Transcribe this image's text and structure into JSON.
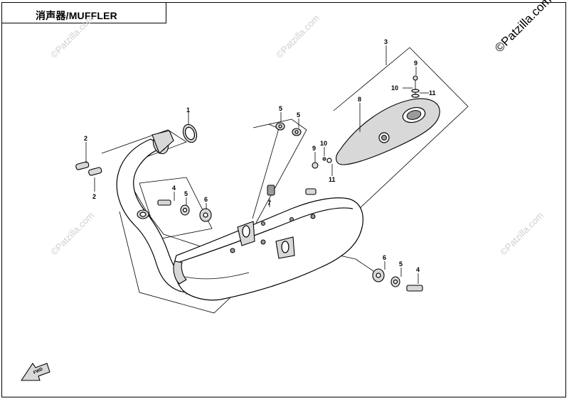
{
  "title": "消声器/MUFFLER",
  "watermark": "©Patzilla.com",
  "copyright": "©Patzilla.com",
  "callouts": {
    "c1": "1",
    "c2a": "2",
    "c2b": "2",
    "c3": "3",
    "c4a": "4",
    "c4b": "4",
    "c5a": "5",
    "c5b": "5",
    "c5c": "5",
    "c5d": "5",
    "c6a": "6",
    "c6b": "6",
    "c7": "7",
    "c8": "8",
    "c9a": "9",
    "c9b": "9",
    "c10a": "10",
    "c10b": "10",
    "c11a": "11",
    "c11b": "11"
  },
  "fwd_label": "FWD"
}
